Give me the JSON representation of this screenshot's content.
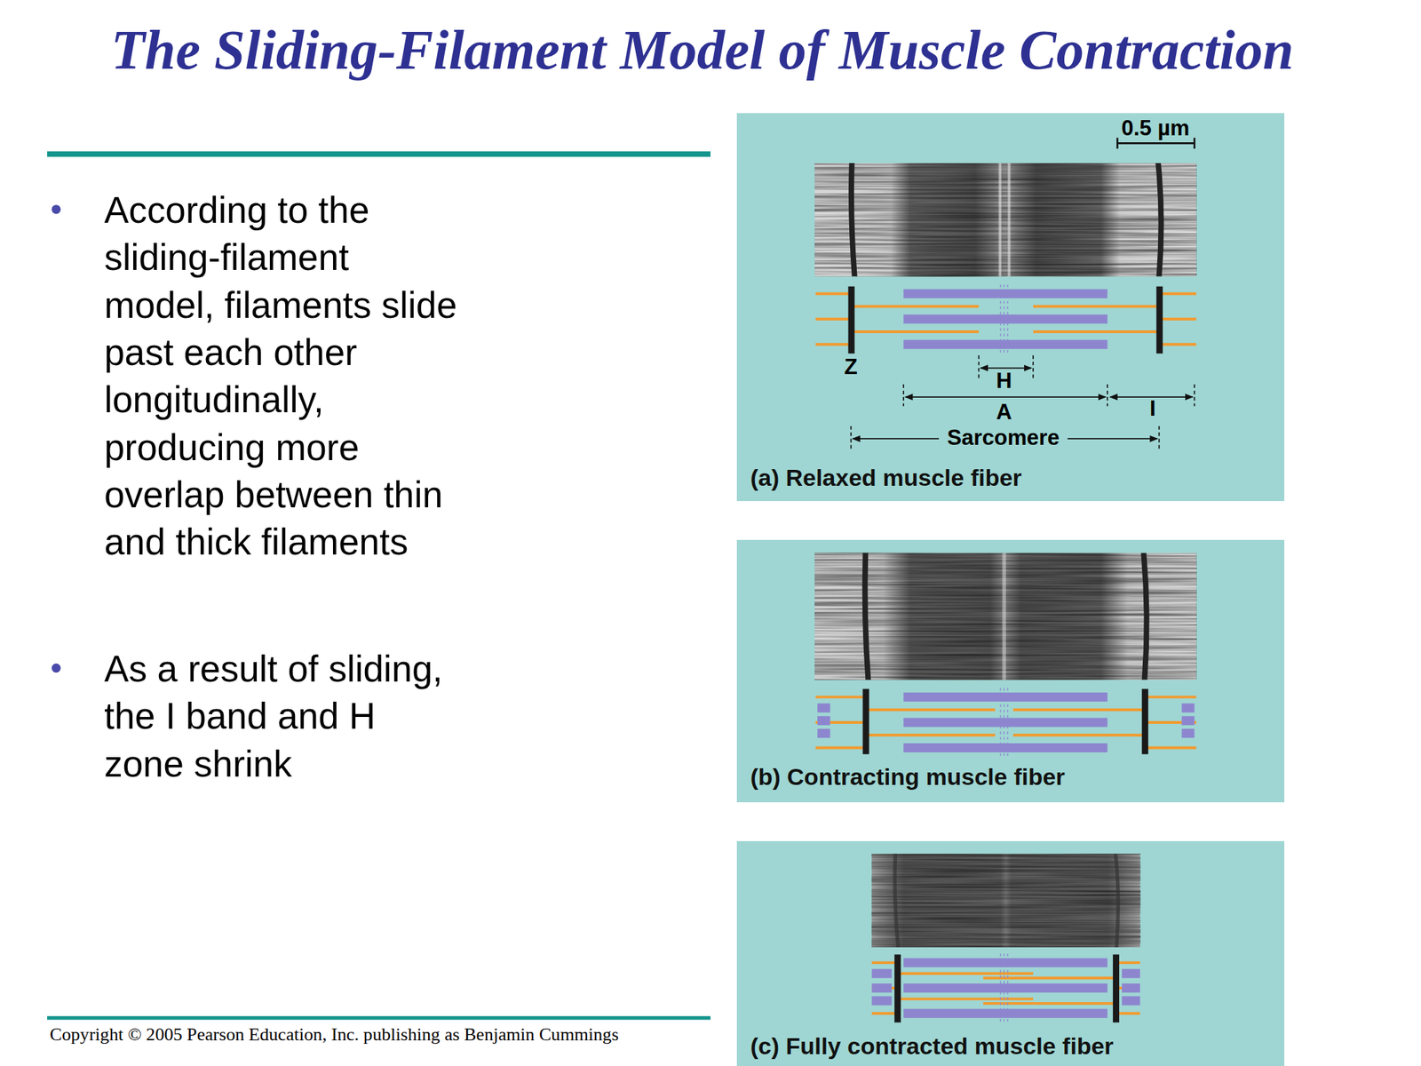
{
  "diagram": {
    "title": "The Sliding-Filament Model of Muscle Contraction",
    "nodes": [
      {
        "text": [
          "(a) Relaxed muscle fiber"
        ]
      },
      {
        "text": [
          "(b) Contracting muscle fiber"
        ]
      },
      {
        "text": [
          "(c) Fully contracted muscle fiber"
        ]
      }
    ],
    "labels": [
      "According to the sliding-filament model, filaments slide past each other longitudinally, producing more overlap between thin and thick filaments",
      "As a result of sliding, the I band and H zone shrink",
      "0.5 µm",
      "Z",
      "H",
      "A",
      "I",
      "Sarcomere",
      "Copyright © 2005 Pearson Education, Inc. publishing as Benjamin Cummings"
    ]
  }
}
